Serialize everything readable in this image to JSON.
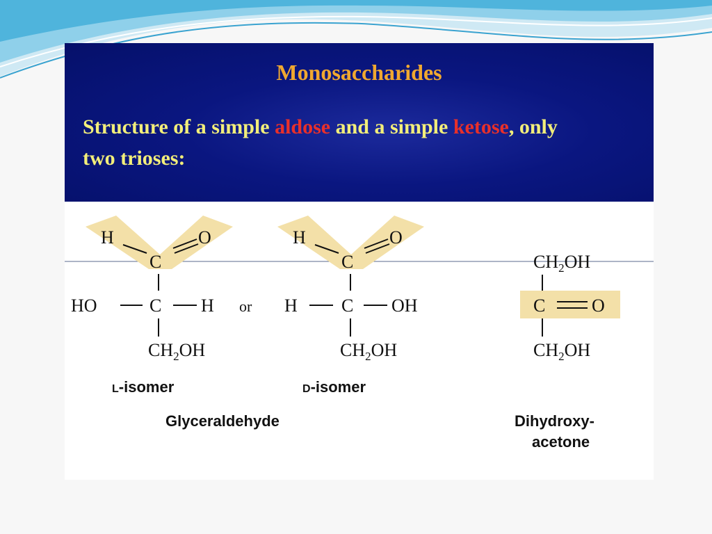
{
  "slide": {
    "title": "Monosaccharides",
    "subtitle": {
      "part1": "Structure of a simple ",
      "aldose": "aldose",
      "part2": " and a simple ",
      "ketose": "ketose",
      "part3": ", only two trioses:"
    }
  },
  "molecules": {
    "l_isomer": {
      "top_left": "H",
      "top_right": "O",
      "carbonyl_c": "C",
      "left": "HO",
      "center": "C",
      "right": "H",
      "bottom": "CH",
      "bottom_sub": "2",
      "bottom_end": "OH",
      "label_prefix": "L",
      "label": "-isomer"
    },
    "connector": "or",
    "d_isomer": {
      "top_left": "H",
      "top_right": "O",
      "carbonyl_c": "C",
      "left": "H",
      "center": "C",
      "right": "OH",
      "bottom": "CH",
      "bottom_sub": "2",
      "bottom_end": "OH",
      "label_prefix": "D",
      "label": "-isomer"
    },
    "ketose": {
      "top": "CH",
      "top_sub": "2",
      "top_end": "OH",
      "center_c": "C",
      "center_o": "O",
      "bottom": "CH",
      "bottom_sub": "2",
      "bottom_end": "OH"
    },
    "aldose_name": "Glyceraldehyde",
    "ketose_name_line1": "Dihydroxy-",
    "ketose_name_line2": "acetone"
  },
  "colors": {
    "header_bg": "#0a1680",
    "title": "#f0a830",
    "subtitle": "#f2ee7a",
    "highlight_word": "#e8302a",
    "functional_group": "#f3e0a8"
  }
}
